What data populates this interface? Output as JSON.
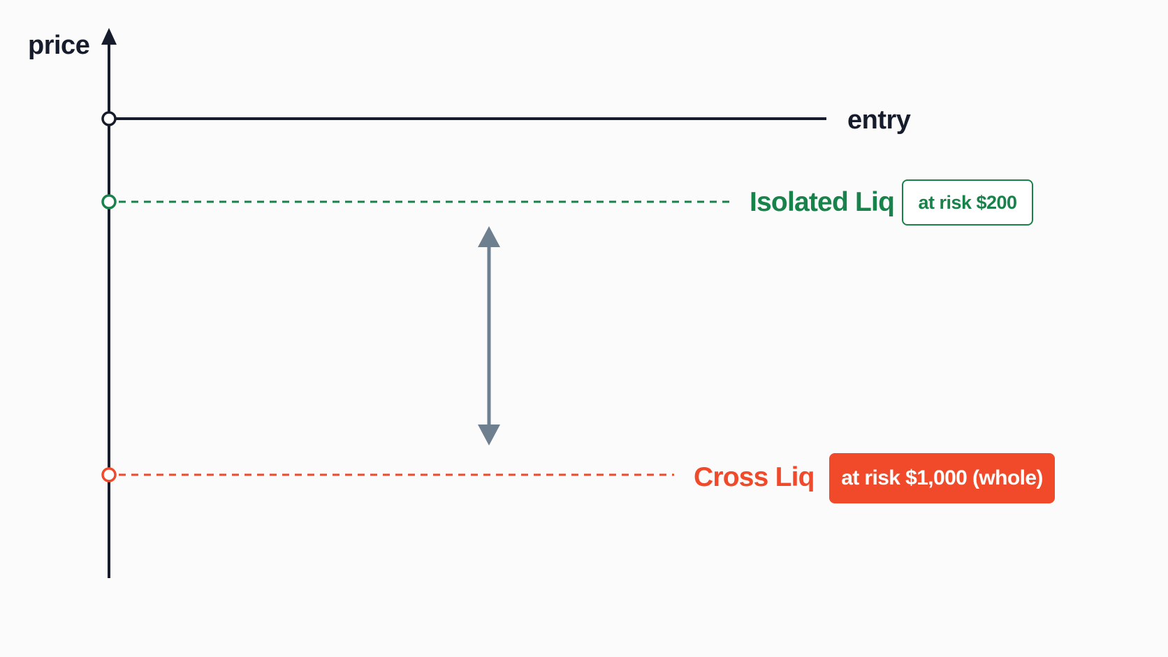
{
  "axis": {
    "label": "price"
  },
  "levels": {
    "entry": {
      "label": "entry",
      "color": "#161c2b",
      "line_style": "solid"
    },
    "isolated": {
      "label": "Isolated Liq",
      "badge": "at risk $200",
      "color": "#17824a",
      "line_style": "dashed",
      "badge_style": "outlined"
    },
    "cross": {
      "label": "Cross Liq",
      "badge": "at risk $1,000 (whole)",
      "color": "#f04a2a",
      "line_style": "dashed",
      "badge_style": "filled"
    }
  },
  "connector": {
    "color": "#6e7f8f",
    "icon": "double-headed-vertical-arrow",
    "links": [
      "isolated",
      "cross"
    ]
  }
}
